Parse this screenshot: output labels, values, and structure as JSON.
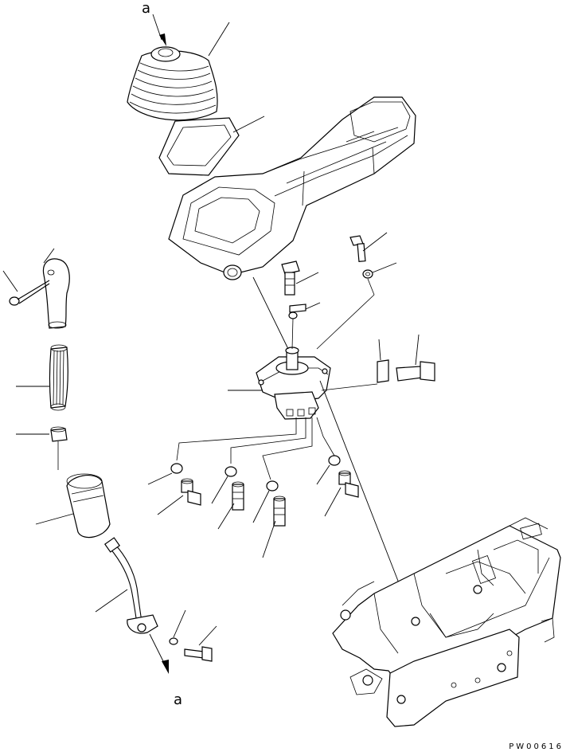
{
  "callouts": {
    "top_ref": "a",
    "bottom_ref": "a"
  },
  "drawing_number": "PW00616"
}
